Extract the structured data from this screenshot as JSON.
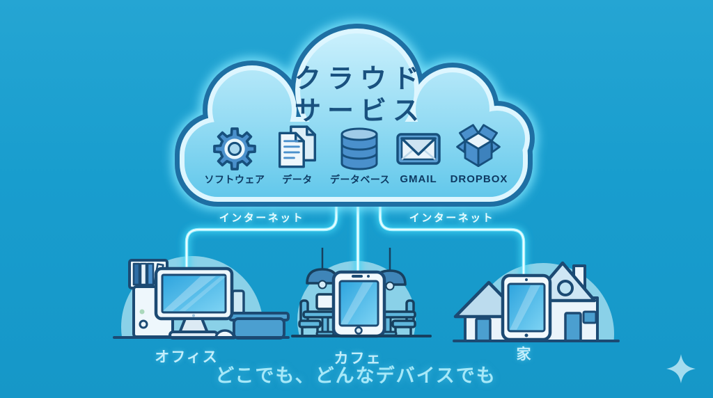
{
  "cloud": {
    "title_line1": "クラウド",
    "title_line2": "サービス",
    "services": [
      {
        "label": "ソフトウェア",
        "icon": "gear-icon"
      },
      {
        "label": "データ",
        "icon": "documents-icon"
      },
      {
        "label": "データベース",
        "icon": "database-icon"
      },
      {
        "label": "GMAIL",
        "icon": "envelope-icon"
      },
      {
        "label": "DROPBOX",
        "icon": "open-box-icon"
      }
    ]
  },
  "network": {
    "left_label": "インターネット",
    "right_label": "インターネット"
  },
  "locations": [
    {
      "label": "オフィス",
      "icon": "desktop-computer-icon"
    },
    {
      "label": "カフェ",
      "icon": "smartphone-icon"
    },
    {
      "label": "家",
      "icon": "tablet-house-icon"
    }
  ],
  "caption": "どこでも、どんなデバイスでも",
  "watermark": {
    "icon": "sparkle-icon"
  },
  "colors": {
    "background": "#189dce",
    "cloud_fill_top": "#c9effc",
    "cloud_fill_bottom": "#5ec6ea",
    "cloud_outline": "#1e6fa3",
    "neon_line": "#9ff0ff",
    "icon_blue": "#4a90cc",
    "icon_outline": "#17507d",
    "title_text": "#19517f",
    "icon_label_text": "#0e3a63",
    "light_text": "#c2eefb",
    "scene_circle": "#8ad1e8"
  }
}
